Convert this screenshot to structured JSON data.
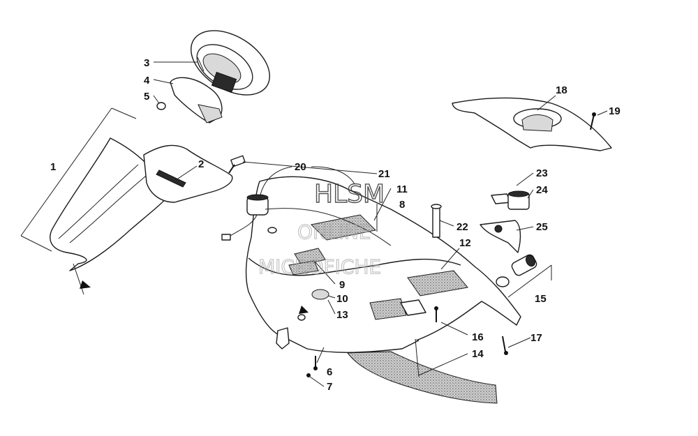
{
  "diagram": {
    "callouts": [
      "1",
      "2",
      "3",
      "4",
      "5",
      "6",
      "7",
      "8",
      "9",
      "10",
      "11",
      "12",
      "13",
      "14",
      "15",
      "16",
      "17",
      "18",
      "19",
      "20",
      "21",
      "22",
      "23",
      "24",
      "25"
    ]
  },
  "watermark": {
    "line1": "HLSM",
    "line2": "ONLINE",
    "line3": "MICROFICHE"
  },
  "colors": {
    "ink": "#1a1a1a",
    "background": "#ffffff"
  }
}
